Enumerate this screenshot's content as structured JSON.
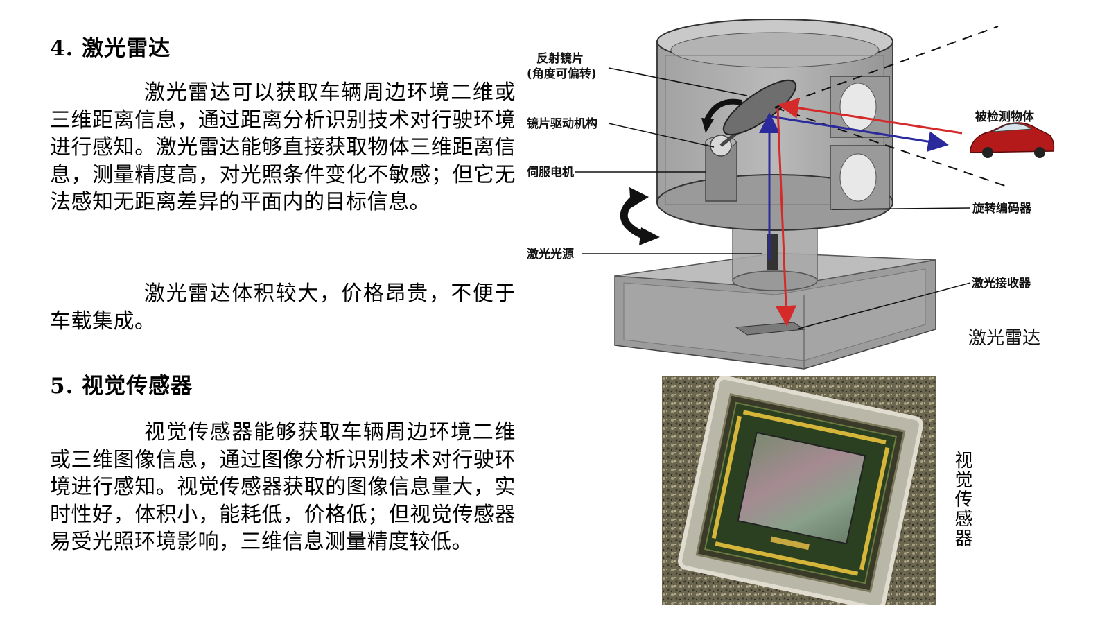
{
  "lidar": {
    "heading": "4. 激光雷达",
    "para1": "激光雷达可以获取车辆周边环境二维或三维距离信息，通过距离分析识别技术对行驶环境进行感知。激光雷达能够直接获取物体三维距离信息，测量精度高，对光照条件变化不敏感；但它无法感知无距离差异的平面内的目标信息。",
    "para2": "激光雷达体积较大，价格昂贵，不便于车载集成。"
  },
  "vision": {
    "heading": "5. 视觉传感器",
    "para1": "视觉传感器能够获取车辆周边环境二维或三维图像信息，通过图像分析识别技术对行驶环境进行感知。视觉传感器获取的图像信息量大，实时性好，体积小，能耗低，价格低；但视觉传感器易受光照环境影响，三维信息测量精度较低。"
  },
  "diagram": {
    "mirror_label_1": "反射镜片",
    "mirror_label_2": "(角度可偏转)",
    "drive_label": "镜片驱动机构",
    "servo_label": "伺服电机",
    "laser_source_label": "激光光源",
    "target_label": "被检测物体",
    "encoder_label": "旋转编码器",
    "receiver_label": "激光接收器",
    "caption": "激光雷达"
  },
  "photo": {
    "caption": "视觉传感器"
  },
  "colors": {
    "laser_out": "#d42a2a",
    "laser_in": "#2a2a9c",
    "housing": "#8c8c8c",
    "car": "#b51a1a"
  }
}
